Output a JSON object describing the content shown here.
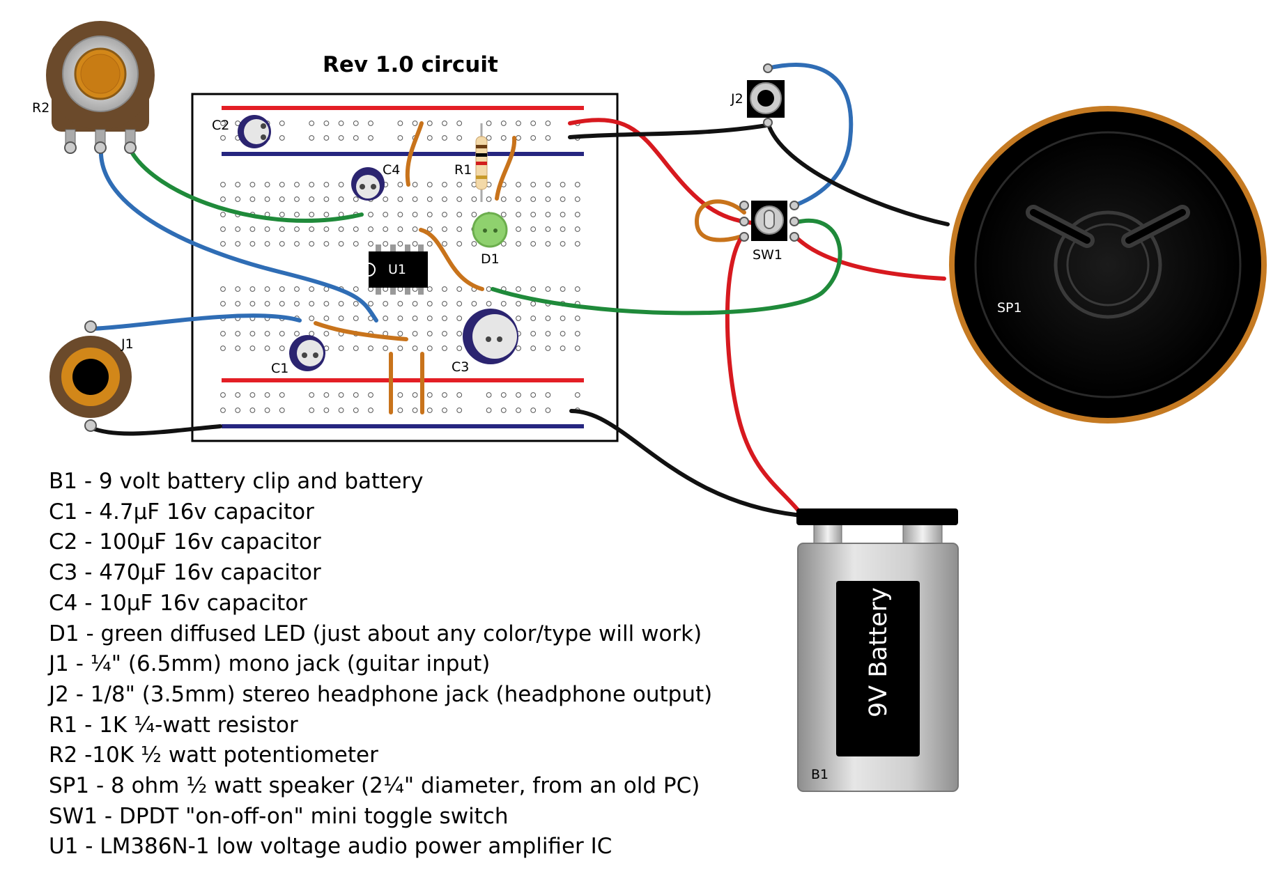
{
  "title": "Rev 1.0 circuit",
  "labels": {
    "r2": "R2",
    "j2": "J2",
    "c2": "C2",
    "c4": "C4",
    "r1": "R1",
    "d1": "D1",
    "u1": "U1",
    "sw1": "SW1",
    "j1": "J1",
    "c1": "C1",
    "c3": "C3",
    "sp1": "SP1",
    "b1": "B1",
    "battery": "9V Battery"
  },
  "parts_list": [
    "B1 - 9 volt battery clip and battery",
    "C1 - 4.7µF 16v capacitor",
    "C2 - 100µF 16v capacitor",
    "C3 - 470µF 16v capacitor",
    "C4 - 10µF 16v capacitor",
    "D1 - green diffused LED (just about any color/type will work)",
    "J1 - ¼\" (6.5mm) mono jack (guitar input)",
    "J2 - 1/8\" (3.5mm) stereo headphone jack (headphone output)",
    "R1 - 1K ¼-watt resistor",
    "R2 -10K ½ watt potentiometer",
    "SP1 - 8 ohm  ½ watt speaker (2¼\" diameter, from an old PC)",
    "SW1 - DPDT \"on-off-on\" mini toggle switch",
    "U1 - LM386N-1 low voltage audio power amplifier IC"
  ],
  "colors": {
    "rail_red": "#e31e25",
    "rail_blue": "#262680",
    "wire_red": "#d7191f",
    "wire_black": "#111111",
    "wire_blue": "#2f6db5",
    "wire_green": "#1f8a3a",
    "wire_orange": "#c8731b",
    "cap_body": "#2b2470",
    "led_green": "#8fd16e",
    "speaker_rim": "#c57a22",
    "pot_brown": "#6b4a2b"
  }
}
